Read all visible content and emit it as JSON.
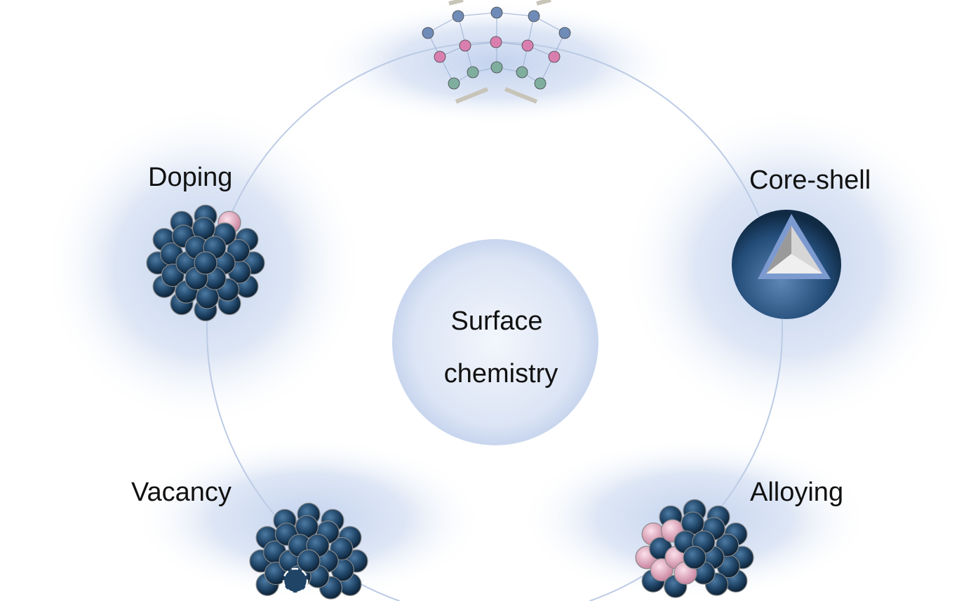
{
  "center": {
    "line1": "Surface",
    "line2": "chemistry"
  },
  "nodes": {
    "doping": "Doping",
    "core_shell": "Core-shell",
    "vacancy": "Vacancy",
    "alloying": "Alloying"
  },
  "colors": {
    "ring": "#b8c8e4",
    "blob": "#c6d4ee",
    "atom": "#1f4466",
    "dopant": "#e6a6bf",
    "pink": "#d97fb0",
    "green": "#7fae9f",
    "blueAtom": "#6f8bb8",
    "arrow": "#c8c4b8"
  }
}
